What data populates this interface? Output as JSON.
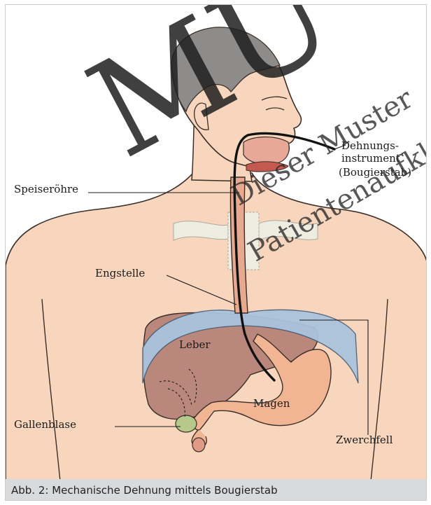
{
  "figure": {
    "labels": {
      "speiseroehre": "Speiseröhre",
      "dehnungs_line1": "Dehnungs-",
      "dehnungs_line2": "instrument",
      "dehnungs_line3": "(Bougierstab)",
      "engstelle": "Engstelle",
      "leber": "Leber",
      "magen": "Magen",
      "gallenblase": "Gallenblase",
      "zwerchfell": "Zwerchfell"
    },
    "caption": "Abb. 2: Mechanische Dehnung mittels Bougierstab"
  },
  "watermark": {
    "large": "MU",
    "line1": "Dieser Muster",
    "line2": "Patientenaufkl"
  },
  "colors": {
    "skin": "#f8d6bd",
    "skin_outline": "#3a2e28",
    "hair": "#8e8c8a",
    "liver": "#b9877b",
    "stomach": "#f1b594",
    "diaphragm": "#a9c4dd",
    "esophagus": "#e7a98f",
    "gallbladder": "#b7c98a",
    "caption_bg": "#d9dadc"
  }
}
